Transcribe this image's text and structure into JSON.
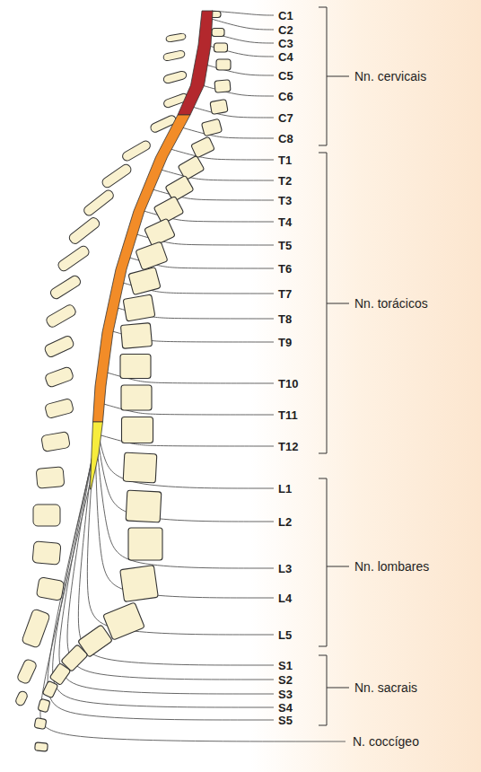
{
  "diagram": {
    "labels": [
      "C1",
      "C2",
      "C3",
      "C4",
      "C5",
      "C6",
      "C7",
      "C8",
      "Nn. cervicais",
      "T1",
      "T2",
      "T3",
      "T4",
      "T5",
      "T6",
      "T7",
      "T8",
      "T9",
      "T10",
      "T11",
      "T12",
      "Nn. torácicos",
      "L1",
      "L2",
      "L3",
      "L4",
      "L5",
      "Nn. lombares",
      "S1",
      "S2",
      "S3",
      "S4",
      "S5",
      "Nn. sacrais",
      "N. coccígeo"
    ]
  }
}
